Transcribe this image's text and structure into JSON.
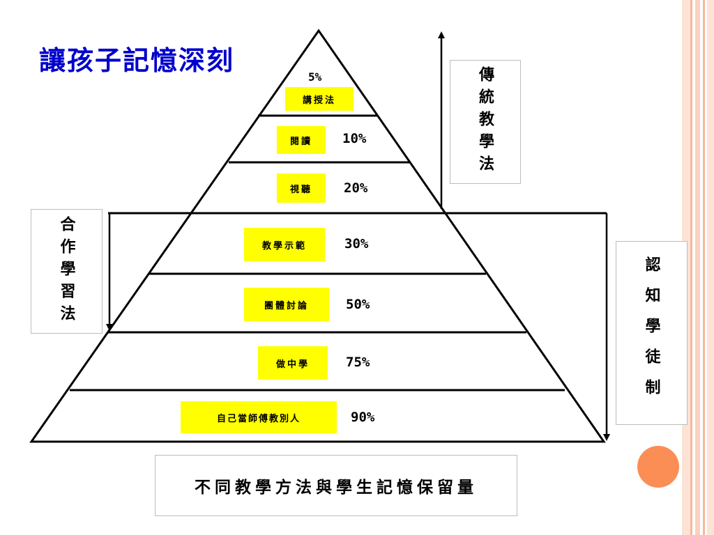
{
  "title": "讓孩子記憶深刻",
  "levels": [
    {
      "label": "講授法",
      "percent": "5%"
    },
    {
      "label": "閱讀",
      "percent": "10%"
    },
    {
      "label": "視聽",
      "percent": "20%"
    },
    {
      "label": "教學示範",
      "percent": "30%"
    },
    {
      "label": "團體討論",
      "percent": "50%"
    },
    {
      "label": "做中學",
      "percent": "75%"
    },
    {
      "label": "自己當師傅教別人",
      "percent": "90%"
    }
  ],
  "side_labels": {
    "traditional": "傳統教學法",
    "cooperative": "合作學習法",
    "cognitive_apprenticeship": "認知學徒制"
  },
  "caption": "不同教學方法與學生記憶保留量",
  "colors": {
    "title": "#0000cc",
    "highlight": "#ffff00",
    "accent_dot": "#fb8e55",
    "stripe_light": "#fde3d6",
    "stripe_dark": "#f6b79c"
  }
}
